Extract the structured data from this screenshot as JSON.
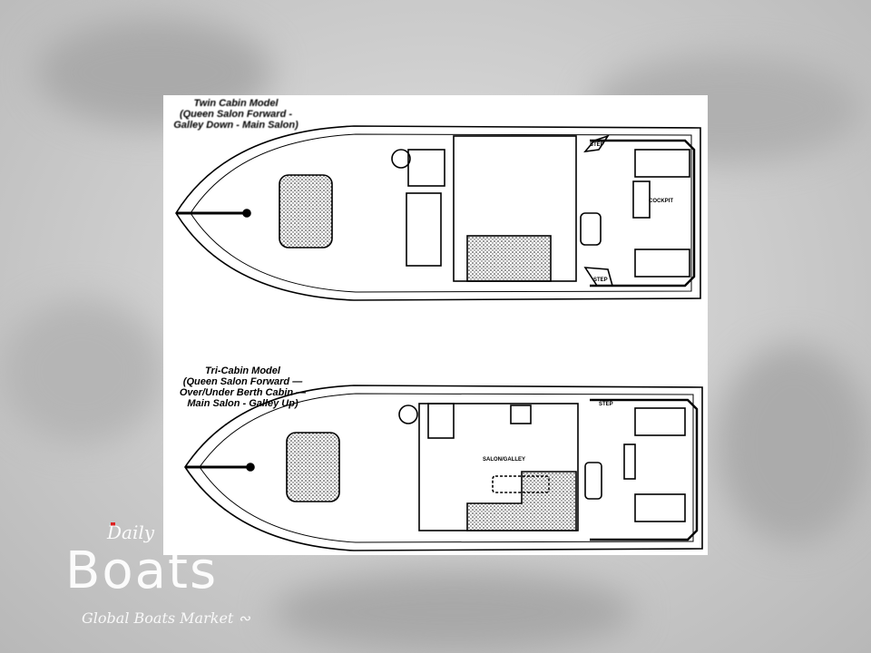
{
  "plans": [
    {
      "title_lines": [
        "Twin Cabin Model",
        "(Queen Salon Forward -",
        "Galley Down - Main Salon)"
      ],
      "labels": {
        "cockpit": "COCKPIT",
        "step_top": "STEP",
        "step_bottom": "STEP"
      }
    },
    {
      "title_lines": [
        "Tri-Cabin Model",
        "(Queen Salon Forward —",
        "Over/Under Berth Cabin —",
        "Main Salon - Galley Up)"
      ],
      "labels": {
        "salon": "SALON/GALLEY",
        "step": "STEP"
      }
    }
  ],
  "watermark": {
    "brand_top": "Daily",
    "brand_main": "Boats",
    "tagline": "Global Boats Market"
  }
}
